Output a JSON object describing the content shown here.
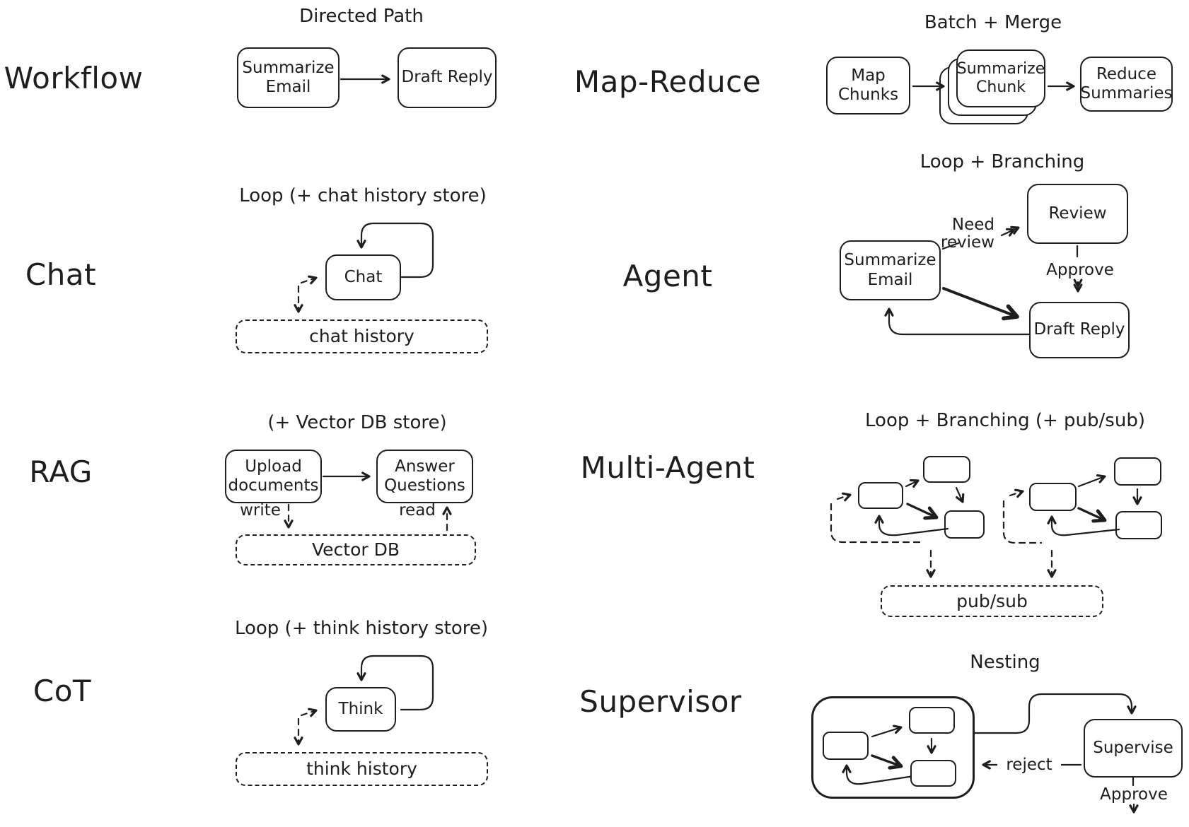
{
  "palette": {
    "ink": "#1e1e1e",
    "background": "#ffffff"
  },
  "sections": {
    "workflow": {
      "label": "Workflow",
      "title": "Directed Path",
      "nodes": {
        "summarize_email": "Summarize Email",
        "draft_reply": "Draft Reply"
      }
    },
    "map_reduce": {
      "label": "Map-Reduce",
      "title": "Batch + Merge",
      "nodes": {
        "map_chunks": "Map Chunks",
        "summarize_chunk": "Summarize Chunk",
        "reduce_summaries": "Reduce Summaries"
      }
    },
    "chat": {
      "label": "Chat",
      "title": "Loop (+ chat history store)",
      "nodes": {
        "chat": "Chat",
        "chat_history": "chat history"
      }
    },
    "agent": {
      "label": "Agent",
      "title": "Loop + Branching",
      "nodes": {
        "review": "Review",
        "summarize_email": "Summarize Email",
        "draft_reply": "Draft Reply"
      },
      "edges": {
        "need_review": "Need review",
        "approve": "Approve"
      }
    },
    "rag": {
      "label": "RAG",
      "title": "(+ Vector DB store)",
      "nodes": {
        "upload_documents": "Upload documents",
        "answer_questions": "Answer Questions",
        "vector_db": "Vector DB"
      },
      "edges": {
        "write": "write",
        "read": "read"
      }
    },
    "multi_agent": {
      "label": "Multi-Agent",
      "title": "Loop + Branching (+ pub/sub)",
      "nodes": {
        "pub_sub": "pub/sub"
      }
    },
    "cot": {
      "label": "CoT",
      "title": "Loop (+ think history store)",
      "nodes": {
        "think": "Think",
        "think_history": "think history"
      }
    },
    "supervisor": {
      "label": "Supervisor",
      "title": "Nesting",
      "nodes": {
        "supervise": "Supervise"
      },
      "edges": {
        "reject": "reject",
        "approve": "Approve"
      }
    }
  }
}
